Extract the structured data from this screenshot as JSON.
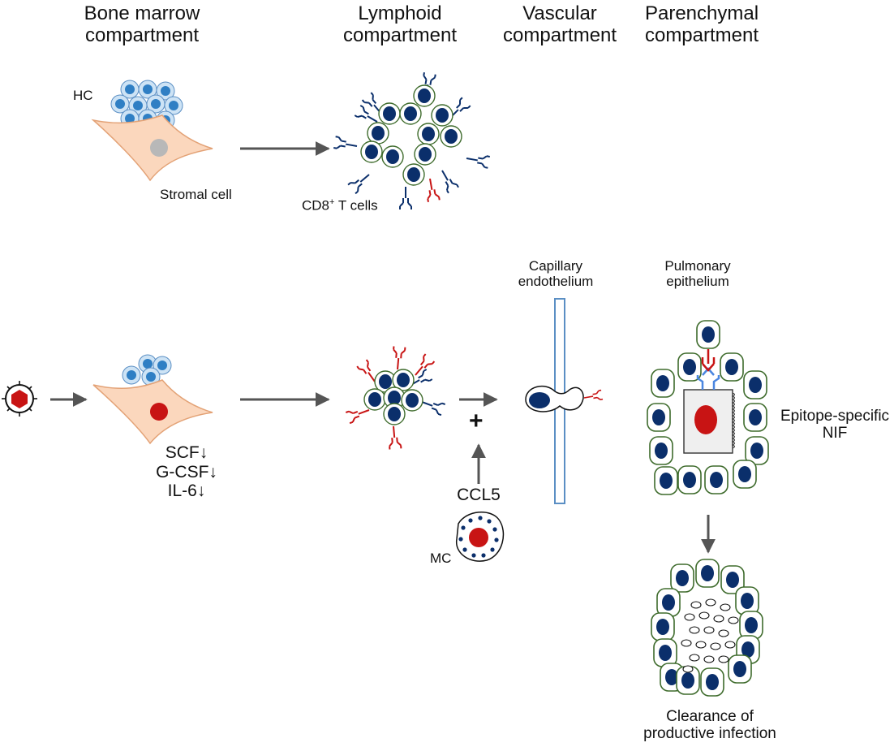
{
  "headers": {
    "bone_marrow": [
      "Bone marrow",
      "compartment"
    ],
    "lymphoid": [
      "Lymphoid",
      "compartment"
    ],
    "vascular": [
      "Vascular",
      "compartment"
    ],
    "parenchymal": [
      "Parenchymal",
      "compartment"
    ]
  },
  "labels": {
    "hc": "HC",
    "stromal_cell": "Stromal cell",
    "cd8_prefix": "CD8",
    "cd8_sup": "+",
    "cd8_suffix": " T cells",
    "capillary": [
      "Capillary",
      "endothelium"
    ],
    "pulmonary": [
      "Pulmonary",
      "epithelium"
    ],
    "epitope": [
      "Epitope-specific",
      "NIF"
    ],
    "cytokines": [
      "SCF↓",
      "G-CSF↓",
      "IL-6↓"
    ],
    "plus": "+",
    "ccl5": "CCL5",
    "mc": "MC",
    "clearance": [
      "Clearance of",
      "productive infection"
    ]
  },
  "colors": {
    "hc_cell_fill": "#cde3f5",
    "hc_nucleus": "#2f7fc4",
    "stromal_fill": "#fbd7bd",
    "stromal_stroke": "#e3a276",
    "t_cell_nucleus": "#0b2f6b",
    "t_cell_outline": "#3e6b2c",
    "receptor_blue": "#0b2f6b",
    "receptor_red": "#c81414",
    "virus_red": "#c81414",
    "arrow_gray": "#555555",
    "capillary_blue": "#5b8fc4",
    "mhc_blue": "#4a86e0"
  }
}
